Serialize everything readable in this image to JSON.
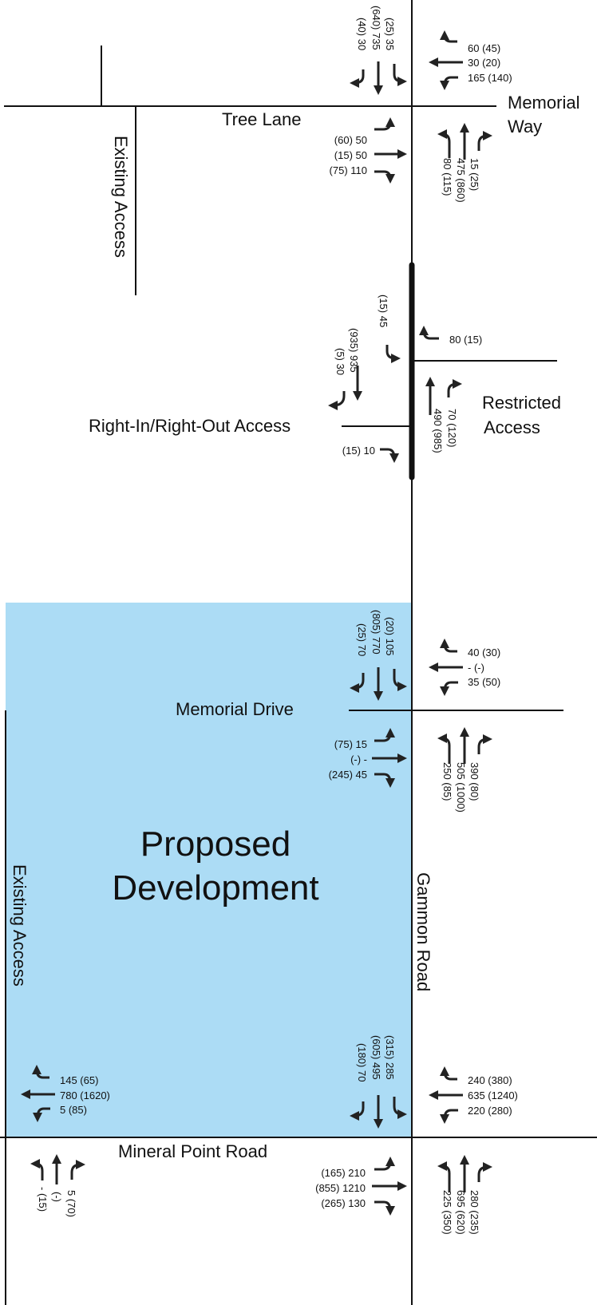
{
  "colors": {
    "background": "#ffffff",
    "line": "#111111",
    "development_fill": "#acdcf5",
    "arrow": "#222222"
  },
  "labels": {
    "memorial_way_1": "Memorial",
    "memorial_way_2": "Way",
    "tree_lane": "Tree Lane",
    "existing_access_north": "Existing Access",
    "right_in_right_out": "Right-In/Right-Out Access",
    "restricted_1": "Restricted",
    "restricted_2": "Access",
    "memorial_drive": "Memorial Drive",
    "proposed_1": "Proposed",
    "proposed_2": "Development",
    "existing_access_west": "Existing Access",
    "gammon_road": "Gammon Road",
    "mineral_point_road": "Mineral Point Road"
  },
  "volumes": {
    "memorial_way": {
      "sb": [
        "(25) 35",
        "(640) 735",
        "(40) 30"
      ],
      "wb": [
        "60 (45)",
        "30 (20)",
        "165 (140)"
      ],
      "eb": [
        "(60) 50",
        "(15) 50",
        "(75) 110"
      ],
      "nb": [
        "15 (25)",
        "475 (860)",
        "80 (115)"
      ]
    },
    "riro": {
      "sb_upper": "(15) 45",
      "wb": "80 (15)",
      "sb": [
        "(935) 935",
        "(5) 30"
      ],
      "nb": [
        "70 (120)",
        "490 (985)"
      ],
      "eb": "(15) 10"
    },
    "memorial_drive": {
      "sb": [
        "(20) 105",
        "(805) 770",
        "(25) 70"
      ],
      "wb": [
        "40 (30)",
        "-   (-)",
        "35 (50)"
      ],
      "eb": [
        "(75)  15",
        "(-)  -",
        "(245) 45"
      ],
      "nb": [
        "390 (80)",
        "505 (1000)",
        "250 (85)"
      ]
    },
    "mineral_point": {
      "sb": [
        "(315) 285",
        "(605) 495",
        "(180) 70"
      ],
      "wb": [
        "240 (380)",
        "635 (1240)",
        "220 (280)"
      ],
      "eb": [
        "(165) 210",
        "(855) 1210",
        "(265) 130"
      ],
      "nb": [
        "280 (235)",
        "695 (620)",
        "225 (350)"
      ]
    },
    "west_access": {
      "wb": [
        "145 (65)",
        "780 (1620)",
        "5 (85)"
      ],
      "nb": [
        "5 (70)",
        "(-)",
        "- (15)"
      ]
    }
  }
}
